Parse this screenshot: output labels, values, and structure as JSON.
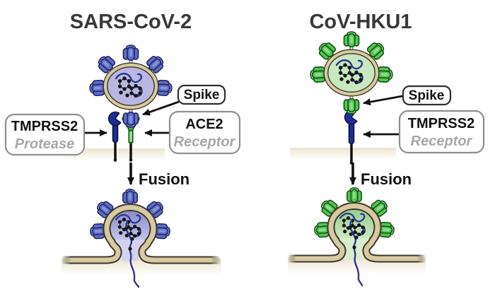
{
  "figure": {
    "panels": [
      {
        "id": "sars-cov-2",
        "title": "SARS-CoV-2",
        "spike_label": "Spike",
        "protease_label": {
          "name": "TMPRSS2",
          "role": "Protease"
        },
        "receptor_label": {
          "name": "ACE2",
          "role": "Receptor"
        },
        "fusion_label": "Fusion",
        "spike_color": "#5e6cc4",
        "virus_interior_color": "#b9b7e2"
      },
      {
        "id": "cov-hku1",
        "title": "CoV-HKU1",
        "spike_label": "Spike",
        "receptor_label": {
          "name": "TMPRSS2",
          "role": "Receptor"
        },
        "fusion_label": "Fusion",
        "spike_color": "#53c453",
        "virus_interior_color": "#c8e8c0"
      }
    ],
    "colors": {
      "membrane_tan": "#d8c9a0",
      "membrane_outline": "#3a392b",
      "tmprss2_protein_navy": "#1b2f96",
      "rna_navy": "#2c3590",
      "ace2_green": "#3cb33c",
      "label_role_gray": "#a7a7a7",
      "label_border_gray": "#8f8f8f"
    }
  }
}
